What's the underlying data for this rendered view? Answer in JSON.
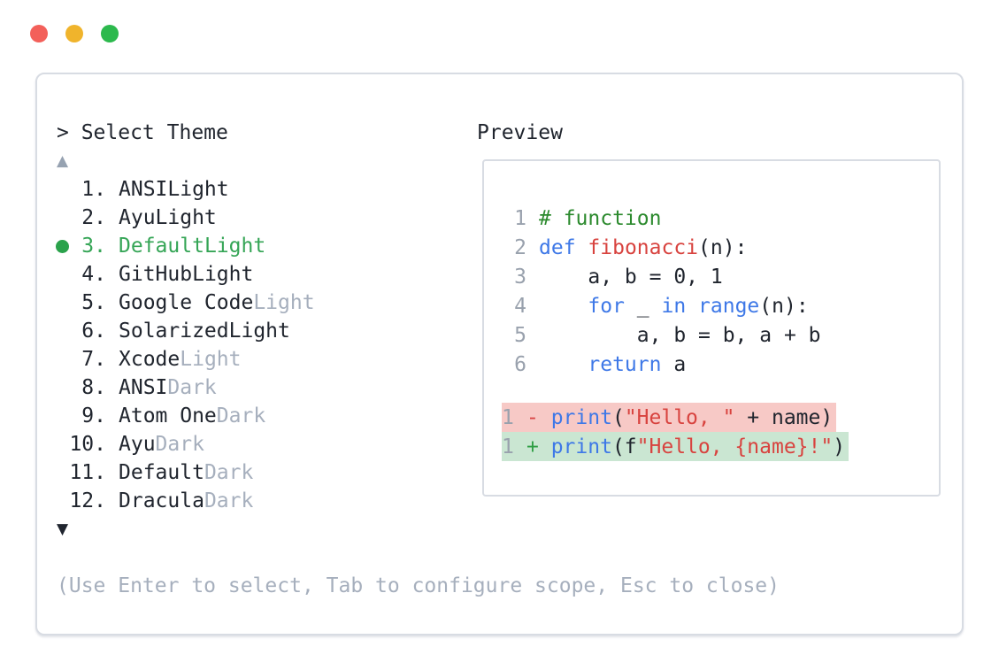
{
  "window_controls": {
    "close_color": "#f3605a",
    "minimize_color": "#f0b42c",
    "zoom_color": "#2cb94d"
  },
  "picker": {
    "prompt": "> Select Theme",
    "scroll_up_symbol": "▲",
    "scroll_down_symbol": "▼",
    "items": [
      {
        "number": "1.",
        "name": "ANSI",
        "variant": "Light",
        "variant_muted": false,
        "selected": false
      },
      {
        "number": "2.",
        "name": "Ayu",
        "variant": "Light",
        "variant_muted": false,
        "selected": false
      },
      {
        "number": "3.",
        "name": "Default",
        "variant": "Light",
        "variant_muted": false,
        "selected": true
      },
      {
        "number": "4.",
        "name": "GitHub",
        "variant": "Light",
        "variant_muted": false,
        "selected": false
      },
      {
        "number": "5.",
        "name": "Google Code",
        "variant": "Light",
        "variant_muted": true,
        "selected": false
      },
      {
        "number": "6.",
        "name": "Solarized",
        "variant": "Light",
        "variant_muted": false,
        "selected": false
      },
      {
        "number": "7.",
        "name": "Xcode",
        "variant": "Light",
        "variant_muted": true,
        "selected": false
      },
      {
        "number": "8.",
        "name": "ANSI",
        "variant": "Dark",
        "variant_muted": true,
        "selected": false
      },
      {
        "number": "9.",
        "name": "Atom One",
        "variant": "Dark",
        "variant_muted": true,
        "selected": false
      },
      {
        "number": "10.",
        "name": "Ayu",
        "variant": "Dark",
        "variant_muted": true,
        "selected": false
      },
      {
        "number": "11.",
        "name": "Default",
        "variant": "Dark",
        "variant_muted": true,
        "selected": false
      },
      {
        "number": "12.",
        "name": "Dracula",
        "variant": "Dark",
        "variant_muted": true,
        "selected": false
      }
    ],
    "hint": "(Use Enter to select, Tab to configure scope, Esc to close)"
  },
  "preview": {
    "label": "Preview",
    "code_lines": [
      {
        "num": "1",
        "tokens": [
          {
            "text": "# function",
            "type": "comment"
          }
        ]
      },
      {
        "num": "2",
        "tokens": [
          {
            "text": "def",
            "type": "keyword"
          },
          {
            "text": " ",
            "type": "plain"
          },
          {
            "text": "fibonacci",
            "type": "function"
          },
          {
            "text": "(n):",
            "type": "plain"
          }
        ]
      },
      {
        "num": "3",
        "tokens": [
          {
            "text": "    a, b = 0, 1",
            "type": "plain"
          }
        ]
      },
      {
        "num": "4",
        "tokens": [
          {
            "text": "    ",
            "type": "plain"
          },
          {
            "text": "for",
            "type": "keyword"
          },
          {
            "text": " _ ",
            "type": "plain"
          },
          {
            "text": "in",
            "type": "keyword"
          },
          {
            "text": " ",
            "type": "plain"
          },
          {
            "text": "range",
            "type": "keyword"
          },
          {
            "text": "(n):",
            "type": "plain"
          }
        ]
      },
      {
        "num": "5",
        "tokens": [
          {
            "text": "        a, b = b, a + b",
            "type": "plain"
          }
        ]
      },
      {
        "num": "6",
        "tokens": [
          {
            "text": "    ",
            "type": "plain"
          },
          {
            "text": "return",
            "type": "keyword"
          },
          {
            "text": " a",
            "type": "plain"
          }
        ]
      }
    ],
    "diff_lines": [
      {
        "num": "1",
        "kind": "removed",
        "tokens": [
          {
            "text": "- ",
            "type": "diff-minus"
          },
          {
            "text": "print",
            "type": "keyword"
          },
          {
            "text": "(",
            "type": "plain"
          },
          {
            "text": "\"Hello, \"",
            "type": "string"
          },
          {
            "text": " + name)",
            "type": "plain"
          }
        ]
      },
      {
        "num": "1",
        "kind": "added",
        "tokens": [
          {
            "text": "+ ",
            "type": "diff-plus"
          },
          {
            "text": "print",
            "type": "keyword"
          },
          {
            "text": "(f",
            "type": "plain"
          },
          {
            "text": "\"Hello, {name}!\"",
            "type": "string"
          },
          {
            "text": ")",
            "type": "plain"
          }
        ]
      }
    ]
  },
  "colors": {
    "text": "#20252e",
    "muted": "#a6afbd",
    "selected_green": "#35a556",
    "dot_green": "#2aa24b",
    "line_number": "#99a1ad",
    "keyword_blue": "#3e78e7",
    "string_red": "#d8433f",
    "comment_green": "#2c8a2e",
    "diff_minus": "#d94545",
    "diff_plus": "#2f9e44",
    "removed_bg": "#f7c9c6",
    "added_bg": "#cae6d2",
    "border": "#d8dce3",
    "scroll_up": "#96a2b1",
    "scroll_down": "#20252f"
  }
}
